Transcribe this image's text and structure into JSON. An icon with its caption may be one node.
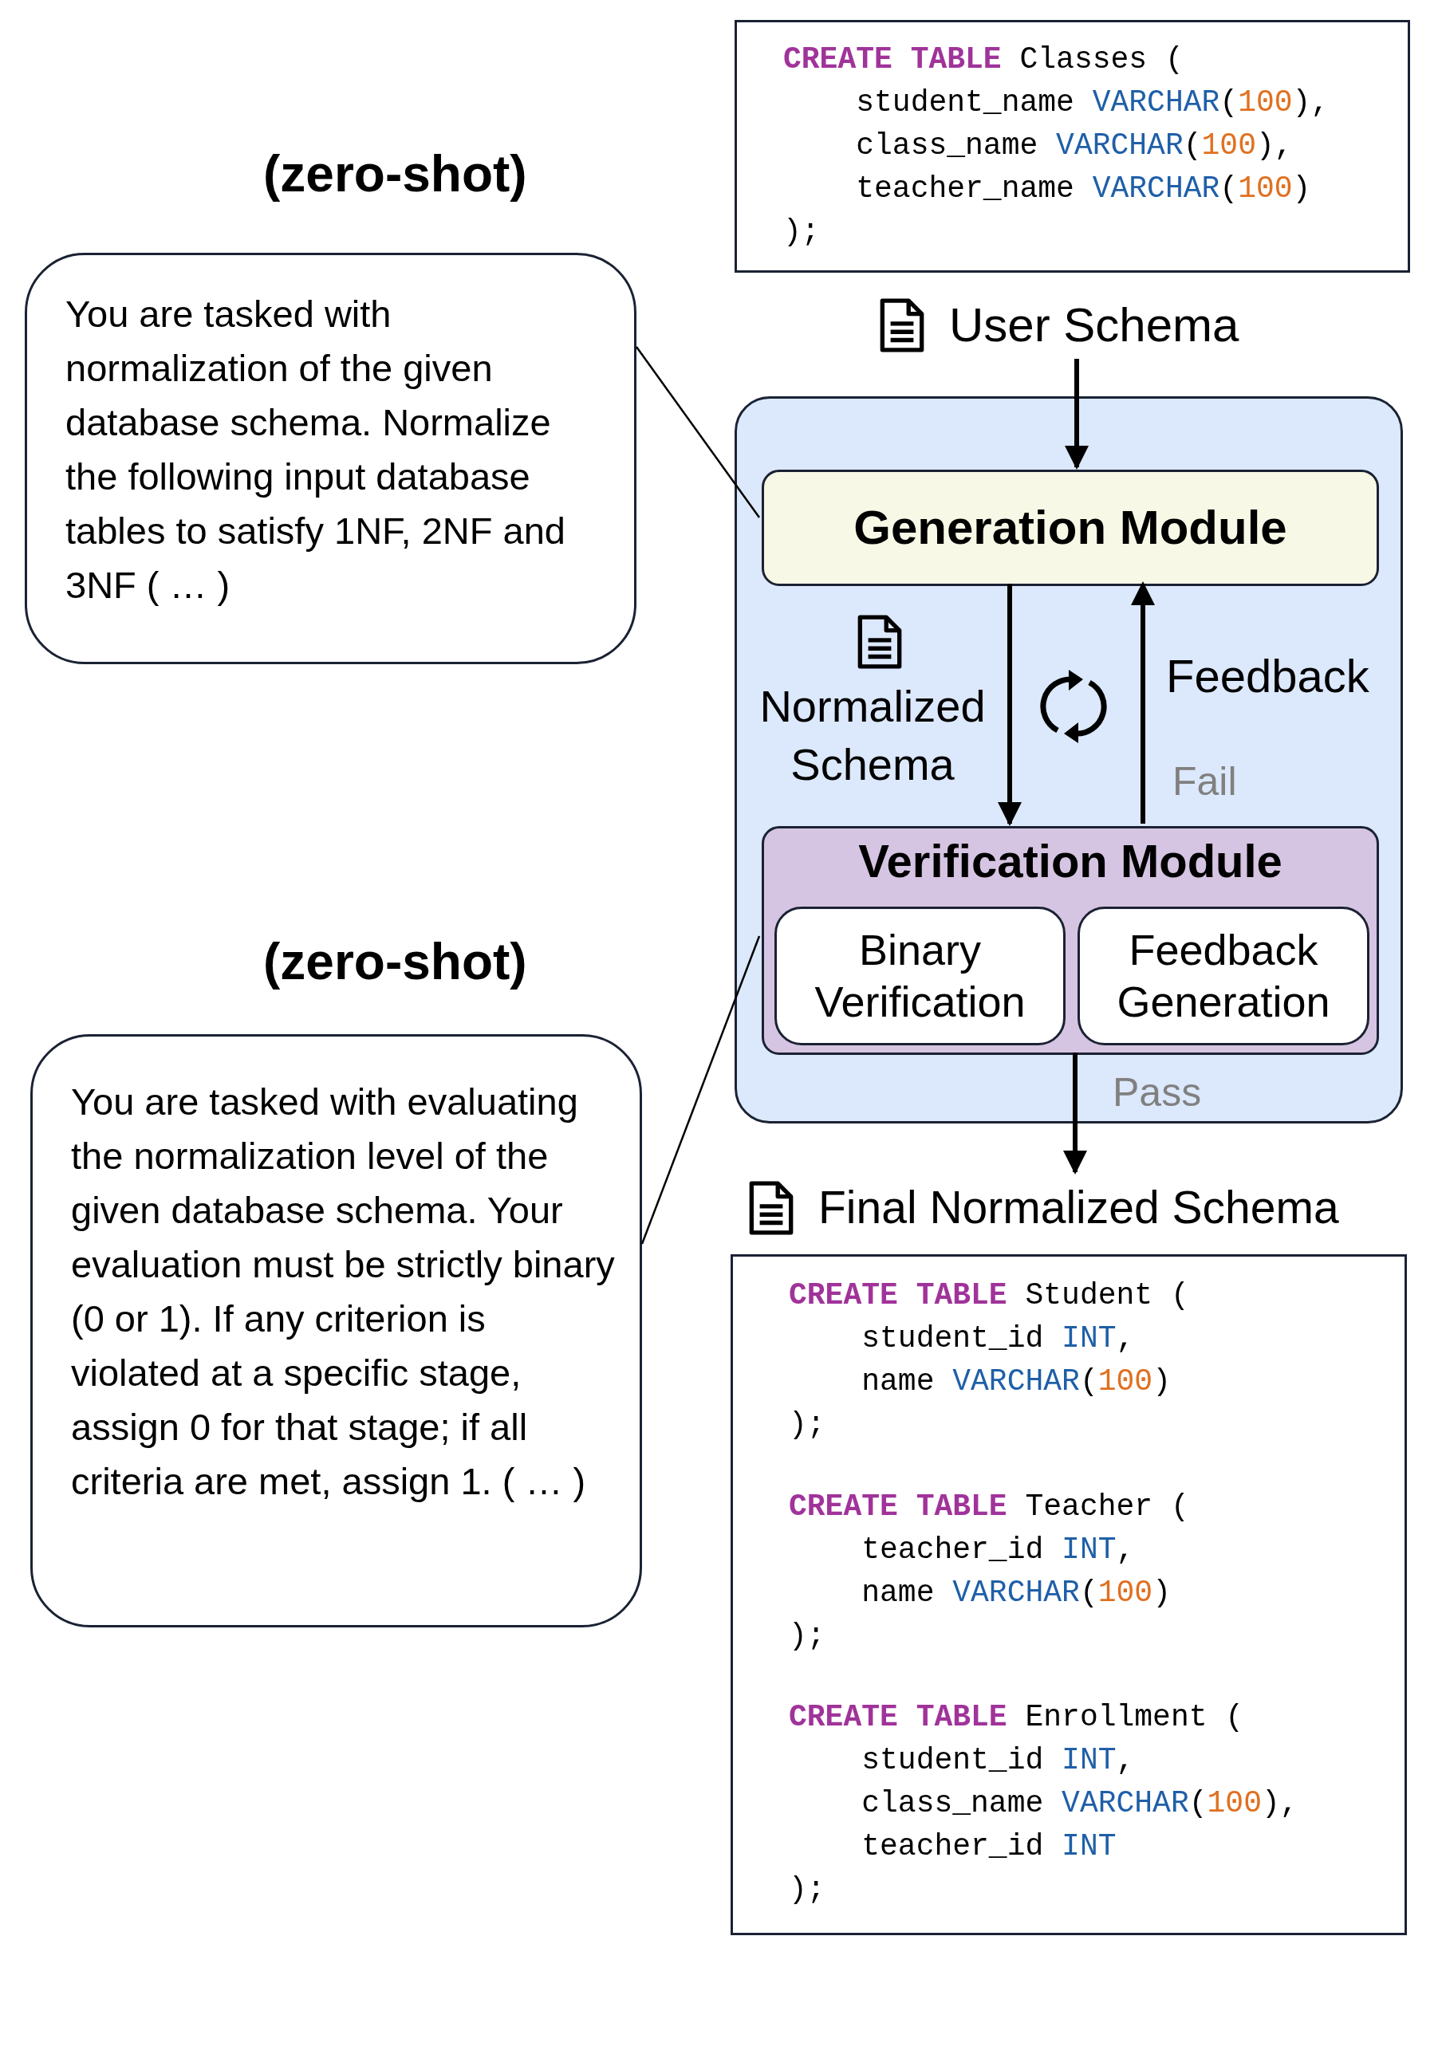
{
  "diagram": {
    "nodes": [
      {
        "text": [
          "CREATE TABLE Classes (",
          "    student_name VARCHAR(100),",
          "    class_name VARCHAR(100),",
          "    teacher_name VARCHAR(100)",
          ");"
        ]
      },
      {
        "text": [
          "User Schema"
        ]
      },
      {
        "text": [
          "You are tasked with normalization of the given database schema. Normalize the following input database tables to satisfy 1NF, 2NF and 3NF ( … )"
        ]
      },
      {
        "text": [],
        "shape": "box"
      },
      {
        "text": [
          "Generation Module"
        ],
        "in": 3
      },
      {
        "text": [
          "Verification Module"
        ],
        "in": 3
      },
      {
        "text": [
          "Binary Verification"
        ],
        "in": 5
      },
      {
        "text": [
          "Feedback Generation"
        ],
        "in": 5
      },
      {
        "text": [
          "You are tasked with evaluating the normalization level of the given database schema. Your evaluation must be strictly binary (0 or 1). If any criterion is violated at a specific stage, assign 0 for that stage; if all criteria are met, assign 1. ( … )"
        ]
      },
      {
        "text": [
          "Final Normalized Schema"
        ]
      },
      {
        "text": [
          "CREATE TABLE Student (",
          "    student_id INT,",
          "    name VARCHAR(100)",
          ");",
          "CREATE TABLE Teacher (",
          "    teacher_id INT,",
          "    name VARCHAR(100)",
          ");",
          "CREATE TABLE Enrollment (",
          "    student_id INT,",
          "    class_name VARCHAR(100),",
          "    teacher_id INT",
          ");"
        ]
      }
    ],
    "edges": [
      {
        "from": 1,
        "to": 4,
        "arrow": "to"
      },
      {
        "from": 4,
        "to": 5,
        "arrow": "to",
        "label": "Normalized Schema"
      },
      {
        "from": 5,
        "to": 4,
        "arrow": "to",
        "label": "Feedback"
      },
      {
        "from": 5,
        "to": 9,
        "arrow": "to",
        "label": "Pass"
      },
      {
        "from": 2,
        "to": 4,
        "arrow": "none"
      },
      {
        "from": 8,
        "to": 5,
        "arrow": "none"
      }
    ],
    "labels": [
      "(zero-shot)",
      "Fail",
      "(zero-shot)"
    ]
  }
}
